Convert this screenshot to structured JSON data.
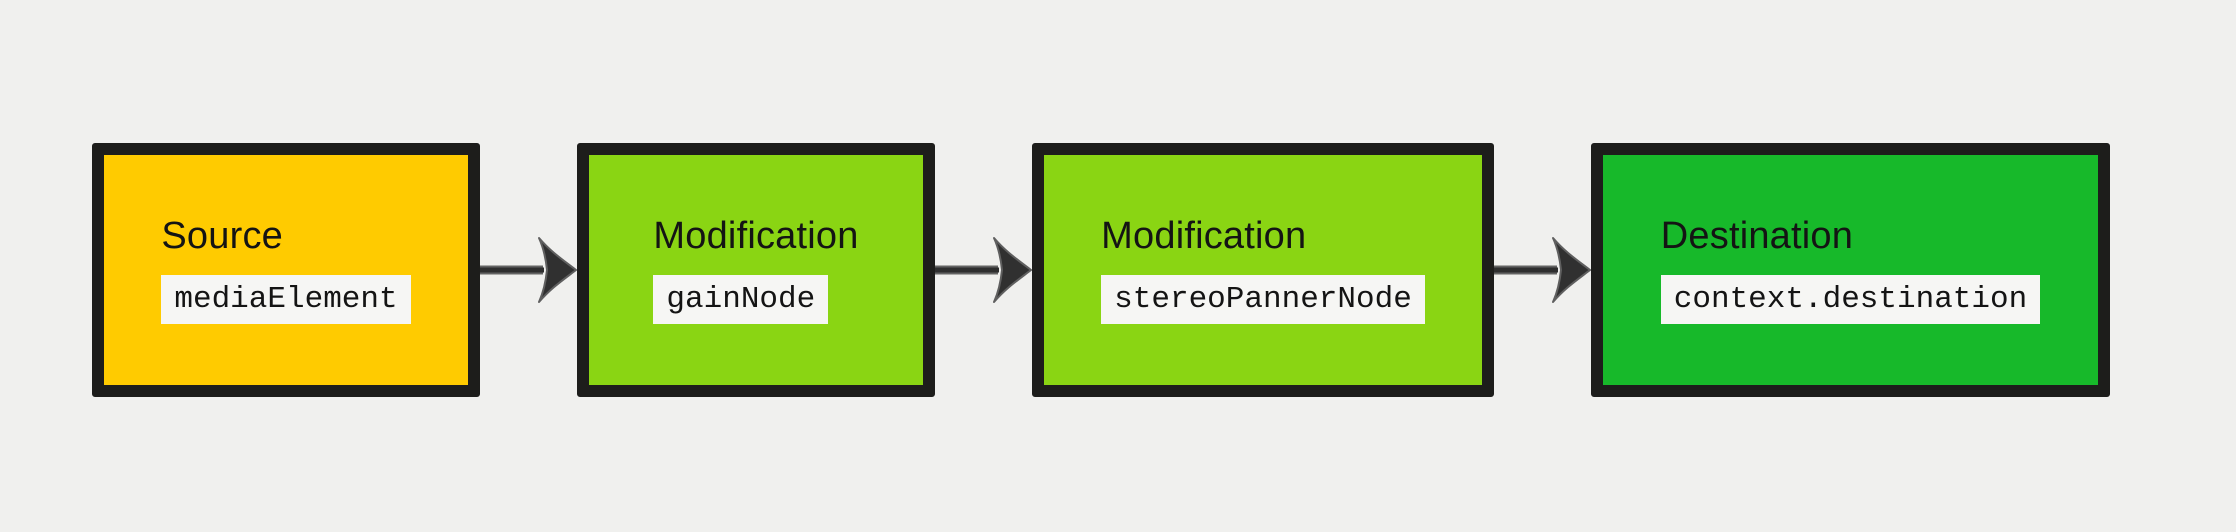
{
  "diagram": {
    "colors": {
      "bg": "#f0f0ee",
      "border": "#1d1d1b",
      "arrow": "#3f3f3f",
      "labelbg": "#f6f6f4",
      "text": "#141414"
    },
    "arrow_icon": "right-arrow",
    "nodes": [
      {
        "title": "Source",
        "code": "mediaElement",
        "fill": "#ffcb00"
      },
      {
        "title": "Modification",
        "code": "gainNode",
        "fill": "#8ad513"
      },
      {
        "title": "Modification",
        "code": "stereoPannerNode",
        "fill": "#8ad513"
      },
      {
        "title": "Destination",
        "code": "context.destination",
        "fill": "#17b92a"
      }
    ]
  }
}
